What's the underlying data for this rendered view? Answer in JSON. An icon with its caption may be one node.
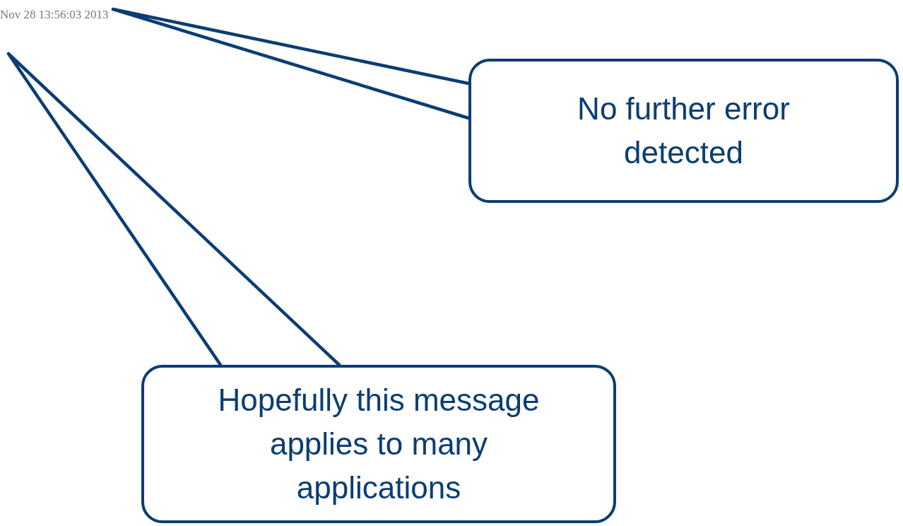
{
  "diagram": {
    "nodes": [
      {
        "text": [
          "No further error detected"
        ]
      },
      {
        "text": [
          "Hopefully this message applies to many applications"
        ]
      },
      {
        "text": [
          "Nov 28 13:56:03 2013"
        ]
      }
    ],
    "edges": [
      {
        "from": 0,
        "to": 2,
        "arrow": "none"
      },
      {
        "from": 1,
        "to": null,
        "arrow": "none"
      }
    ]
  }
}
